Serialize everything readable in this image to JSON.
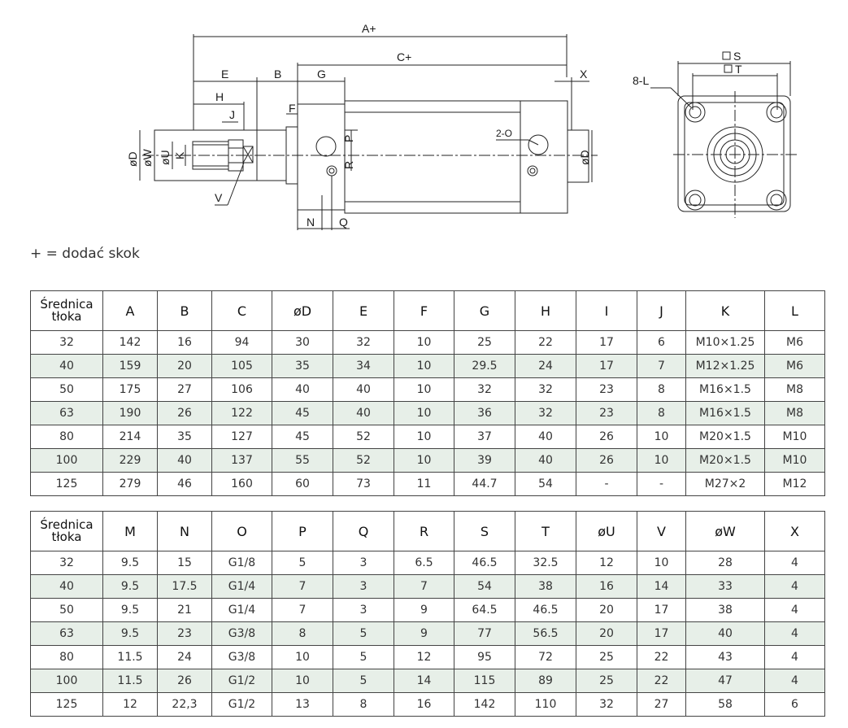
{
  "drawing": {
    "dimension_labels": [
      "A+",
      "C+",
      "E",
      "B",
      "G",
      "H",
      "J",
      "F",
      "X",
      "P",
      "R",
      "K",
      "2-O",
      "N",
      "Q",
      "V",
      "øD",
      "øW",
      "øU",
      "S",
      "T",
      "8-L"
    ],
    "front_symbol": "8-L"
  },
  "note": "+ = dodać skok",
  "table1": {
    "header_first": [
      "Średnica",
      "tłoka"
    ],
    "columns": [
      "A",
      "B",
      "C",
      "øD",
      "E",
      "F",
      "G",
      "H",
      "I",
      "J",
      "K",
      "L"
    ],
    "rows": [
      [
        "32",
        "142",
        "16",
        "94",
        "30",
        "32",
        "10",
        "25",
        "22",
        "17",
        "6",
        "M10×1.25",
        "M6"
      ],
      [
        "40",
        "159",
        "20",
        "105",
        "35",
        "34",
        "10",
        "29.5",
        "24",
        "17",
        "7",
        "M12×1.25",
        "M6"
      ],
      [
        "50",
        "175",
        "27",
        "106",
        "40",
        "40",
        "10",
        "32",
        "32",
        "23",
        "8",
        "M16×1.5",
        "M8"
      ],
      [
        "63",
        "190",
        "26",
        "122",
        "45",
        "40",
        "10",
        "36",
        "32",
        "23",
        "8",
        "M16×1.5",
        "M8"
      ],
      [
        "80",
        "214",
        "35",
        "127",
        "45",
        "52",
        "10",
        "37",
        "40",
        "26",
        "10",
        "M20×1.5",
        "M10"
      ],
      [
        "100",
        "229",
        "40",
        "137",
        "55",
        "52",
        "10",
        "39",
        "40",
        "26",
        "10",
        "M20×1.5",
        "M10"
      ],
      [
        "125",
        "279",
        "46",
        "160",
        "60",
        "73",
        "11",
        "44.7",
        "54",
        "-",
        "-",
        "M27×2",
        "M12"
      ]
    ]
  },
  "table2": {
    "header_first": [
      "Średnica",
      "tłoka"
    ],
    "columns": [
      "M",
      "N",
      "O",
      "P",
      "Q",
      "R",
      "S",
      "T",
      "øU",
      "V",
      "øW",
      "X"
    ],
    "rows": [
      [
        "32",
        "9.5",
        "15",
        "G1/8",
        "5",
        "3",
        "6.5",
        "46.5",
        "32.5",
        "12",
        "10",
        "28",
        "4"
      ],
      [
        "40",
        "9.5",
        "17.5",
        "G1/4",
        "7",
        "3",
        "7",
        "54",
        "38",
        "16",
        "14",
        "33",
        "4"
      ],
      [
        "50",
        "9.5",
        "21",
        "G1/4",
        "7",
        "3",
        "9",
        "64.5",
        "46.5",
        "20",
        "17",
        "38",
        "4"
      ],
      [
        "63",
        "9.5",
        "23",
        "G3/8",
        "8",
        "5",
        "9",
        "77",
        "56.5",
        "20",
        "17",
        "40",
        "4"
      ],
      [
        "80",
        "11.5",
        "24",
        "G3/8",
        "10",
        "5",
        "12",
        "95",
        "72",
        "25",
        "22",
        "43",
        "4"
      ],
      [
        "100",
        "11.5",
        "26",
        "G1/2",
        "10",
        "5",
        "14",
        "115",
        "89",
        "25",
        "22",
        "47",
        "4"
      ],
      [
        "125",
        "12",
        "22,3",
        "G1/2",
        "13",
        "8",
        "16",
        "142",
        "110",
        "32",
        "27",
        "58",
        "6"
      ]
    ]
  }
}
